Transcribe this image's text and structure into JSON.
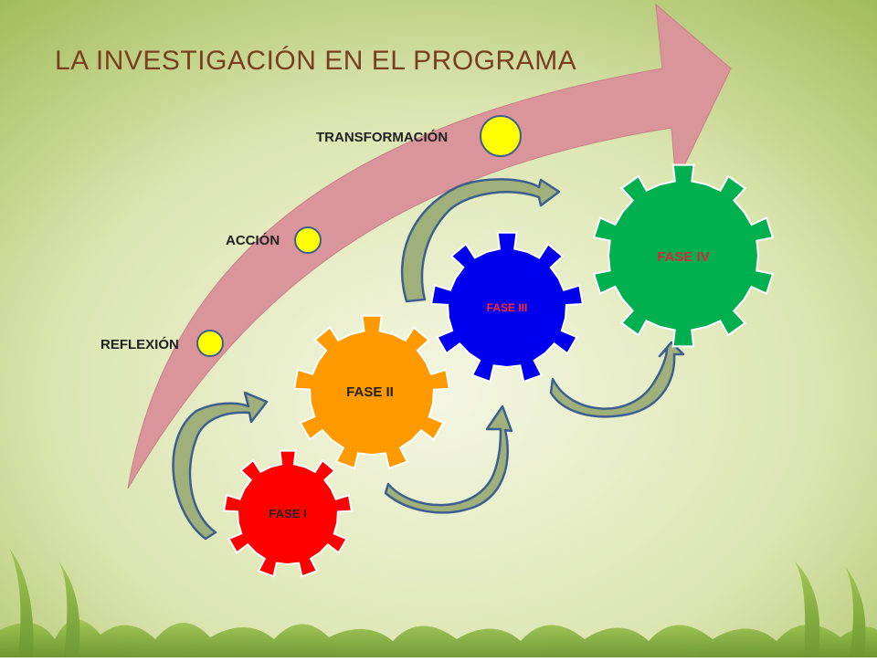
{
  "title": "LA INVESTIGACIÓN EN EL PROGRAMA",
  "stages": [
    {
      "label": "REFLEXIÓN"
    },
    {
      "label": "ACCIÓN"
    },
    {
      "label": "TRANSFORMACIÓN"
    }
  ],
  "phases": [
    {
      "label": "FASE I",
      "color": "#ff0000",
      "text_color": "#222222"
    },
    {
      "label": "FASE II",
      "color": "#ff9900",
      "text_color": "#222222"
    },
    {
      "label": "FASE III",
      "color": "#0000ee",
      "text_color": "#ff2a2a"
    },
    {
      "label": "FASE IV",
      "color": "#00b050",
      "text_color": "#d7263d"
    }
  ],
  "colors": {
    "big_arrow": "#d9959a",
    "stage_marker": "#ffff00",
    "cycle_arrow_fill": "#9fb07a",
    "cycle_arrow_stroke": "#3d5f8f",
    "background_top": "#8fae45",
    "background_bottom": "#f2f5e0"
  }
}
